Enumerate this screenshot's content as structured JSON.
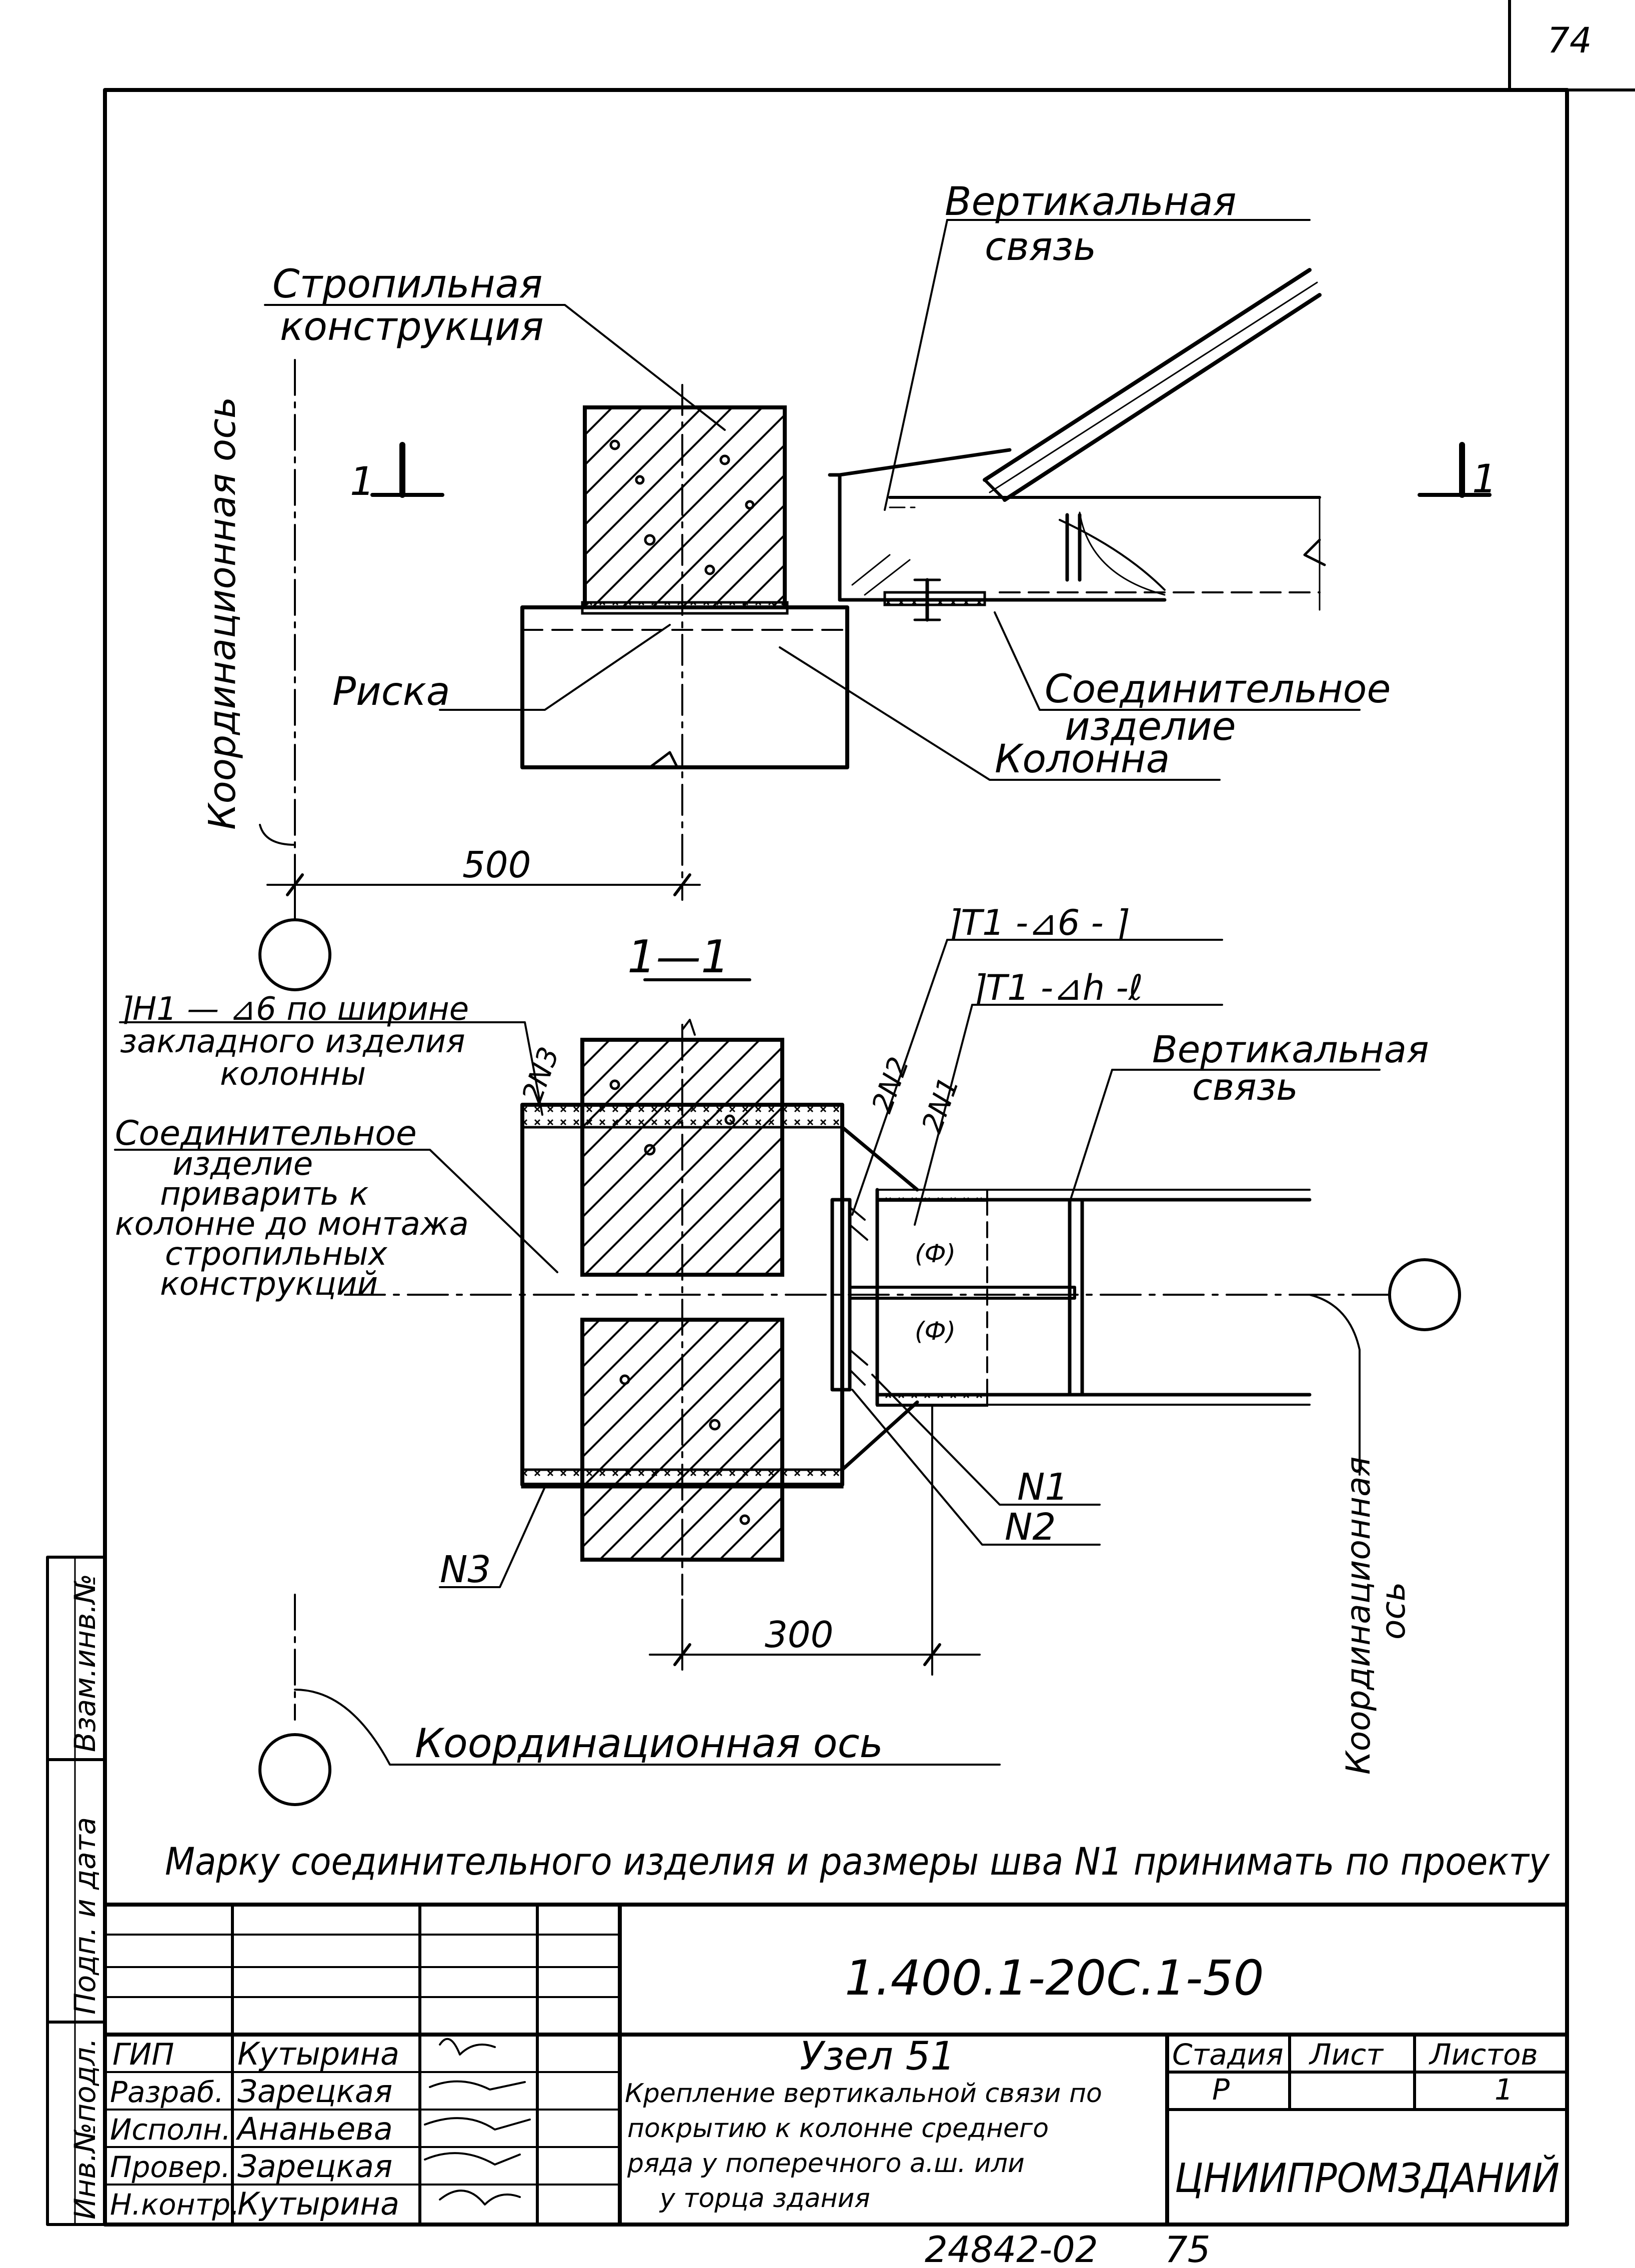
{
  "sheet_number": "74",
  "top_view": {
    "label_vertical_bracing": [
      "Вертикальная",
      "связь"
    ],
    "label_truss": [
      "Стропильная",
      "конструкция"
    ],
    "label_axis": "Координационная ось",
    "label_mark": "Риска",
    "label_connector": [
      "Соединительное",
      "изделие"
    ],
    "label_column": "Колонна",
    "section_mark": "1",
    "dimension_500": "500"
  },
  "section_view": {
    "title": "1—1",
    "weld_note_n1": [
      "⌉Н1 — ⊿6 по ширине",
      "закладного изделия",
      "колонны"
    ],
    "connector_note": [
      "Соединительное",
      "изделие",
      "приварить к",
      "колонне до монтажа",
      "стропильных",
      "конструкций"
    ],
    "weld_2n3": "2N3",
    "weld_2n2": "2N2",
    "weld_2n1": "2N1",
    "weld_t1_top": "⌉Т1 -⊿6 - ⌉",
    "weld_t1_second": "⌉Т1 -⊿h -ℓ",
    "label_vertical_bracing": [
      "Вертикальная",
      "связь"
    ],
    "callout_n1": "N1",
    "callout_n2": "N2",
    "callout_n3": "N3",
    "dimension_300": "300",
    "label_axis_bottom": "Координационная ось",
    "label_axis_right": [
      "Координационная",
      "ось"
    ]
  },
  "note": "Марку соединительного изделия и размеры шва N1 принимать по проекту",
  "title_block": {
    "doc_code": "1.400.1-20С.1-50",
    "roles": [
      "ГИП",
      "Разраб.",
      "Исполн.",
      "Провер.",
      "Н.контр."
    ],
    "names": [
      "Кутырина",
      "Зарецкая",
      "Ананьева",
      "Зарецкая",
      "Кутырина"
    ],
    "node_title": "Узел 51",
    "node_description": [
      "Крепление вертикальной связи по",
      "покрытию к колонне среднего",
      "ряда у поперечного а.ш. или",
      "у торца здания"
    ],
    "stage_header": "Стадия",
    "sheet_header": "Лист",
    "sheets_header": "Листов",
    "stage_value": "Р",
    "sheets_value": "1",
    "organization": "ЦНИИПРОМЗДАНИЙ"
  },
  "side_stamp": [
    "Инв.№подл.",
    "Подп. и дата",
    "Взам.инв.№"
  ],
  "footer": {
    "order_number": "24842-02",
    "page_number": "75"
  }
}
